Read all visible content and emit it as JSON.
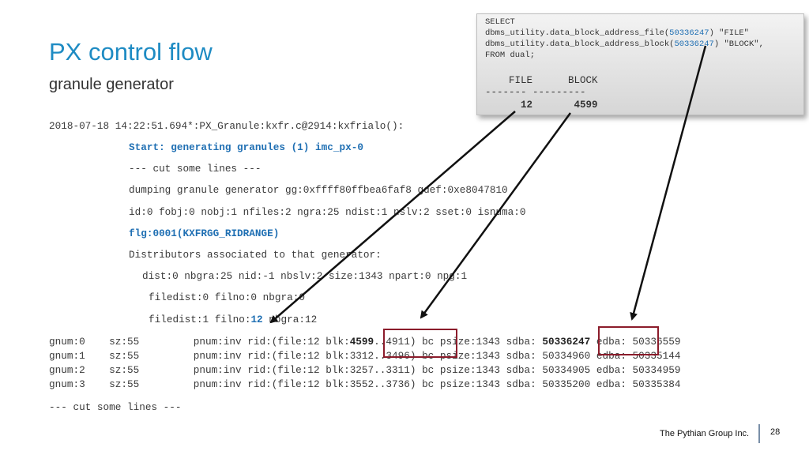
{
  "slide": {
    "title": "PX control flow",
    "subtitle": "granule generator"
  },
  "sql_box": {
    "line1": "SELECT",
    "line2_pre": "dbms_utility.data_block_address_file(",
    "line2_num": "50336247",
    "line2_post": ") \"FILE\"",
    "line3_pre": "dbms_utility.data_block_address_block(",
    "line3_num": "50336247",
    "line3_post": ") \"BLOCK\",",
    "line4": "FROM dual;",
    "header": "    FILE      BLOCK",
    "separator": "------- ---------",
    "result": "      12       4599"
  },
  "trace": {
    "line_time": "2018-07-18 14:22:51.694*:PX_Granule:kxfr.c@2914:kxfrialo():",
    "line_start": "Start: generating granules (1) imc_px-0",
    "line_cut1": "--- cut some lines ---",
    "line_dump": "dumping granule generator gg:0xffff80ffbea6faf8 gdef:0xe8047810",
    "line_id": "id:0 fobj:0 nobj:1 nfiles:2 ngra:25 ndist:1 nslv:2 sset:0 isnuma:0",
    "line_flg_a": "flg:0001",
    "line_flg_b": "(KXFRGG_RIDRANGE)",
    "line_distrib": "Distributors associated to that generator:",
    "line_dist": "dist:0 nbgra:25 nid:-1 nbslv:2 size:1343 npart:0 npg:1",
    "line_filedist0": "filedist:0 filno:0 nbgra:0",
    "line_filedist1_a": "filedist:1 filno:",
    "line_filedist1_b": "12",
    "line_filedist1_c": " nbgra:12"
  },
  "granules": [
    {
      "pre": "gnum:0    sz:55         pnum:inv rid:(file:12 blk:",
      "blk": "4599",
      "mid": "..4911) bc psize:1343 sdba: ",
      "sdba": "50336247",
      "post": " edba: 50336559"
    },
    {
      "pre": "gnum:1    sz:55         pnum:inv rid:(file:12 blk:",
      "blk": "3312",
      "mid": "..3496) bc psize:1343 sdba: ",
      "sdba": "50334960",
      "post": " edba: 50335144"
    },
    {
      "pre": "gnum:2    sz:55         pnum:inv rid:(file:12 blk:",
      "blk": "3257",
      "mid": "..3311) bc psize:1343 sdba: ",
      "sdba": "50334905",
      "post": " edba: 50334959"
    },
    {
      "pre": "gnum:3    sz:55         pnum:inv rid:(file:12 blk:",
      "blk": "3552",
      "mid": "..3736) bc psize:1343 sdba: ",
      "sdba": "50335200",
      "post": " edba: 50335384"
    }
  ],
  "cut_footer": "--- cut some lines ---",
  "footer": {
    "company": "The Pythian Group Inc.",
    "page": "28"
  },
  "colors": {
    "title": "#1e8bc3",
    "highlight_text": "#1f6fb3",
    "highlight_box": "#8b1c2b"
  }
}
